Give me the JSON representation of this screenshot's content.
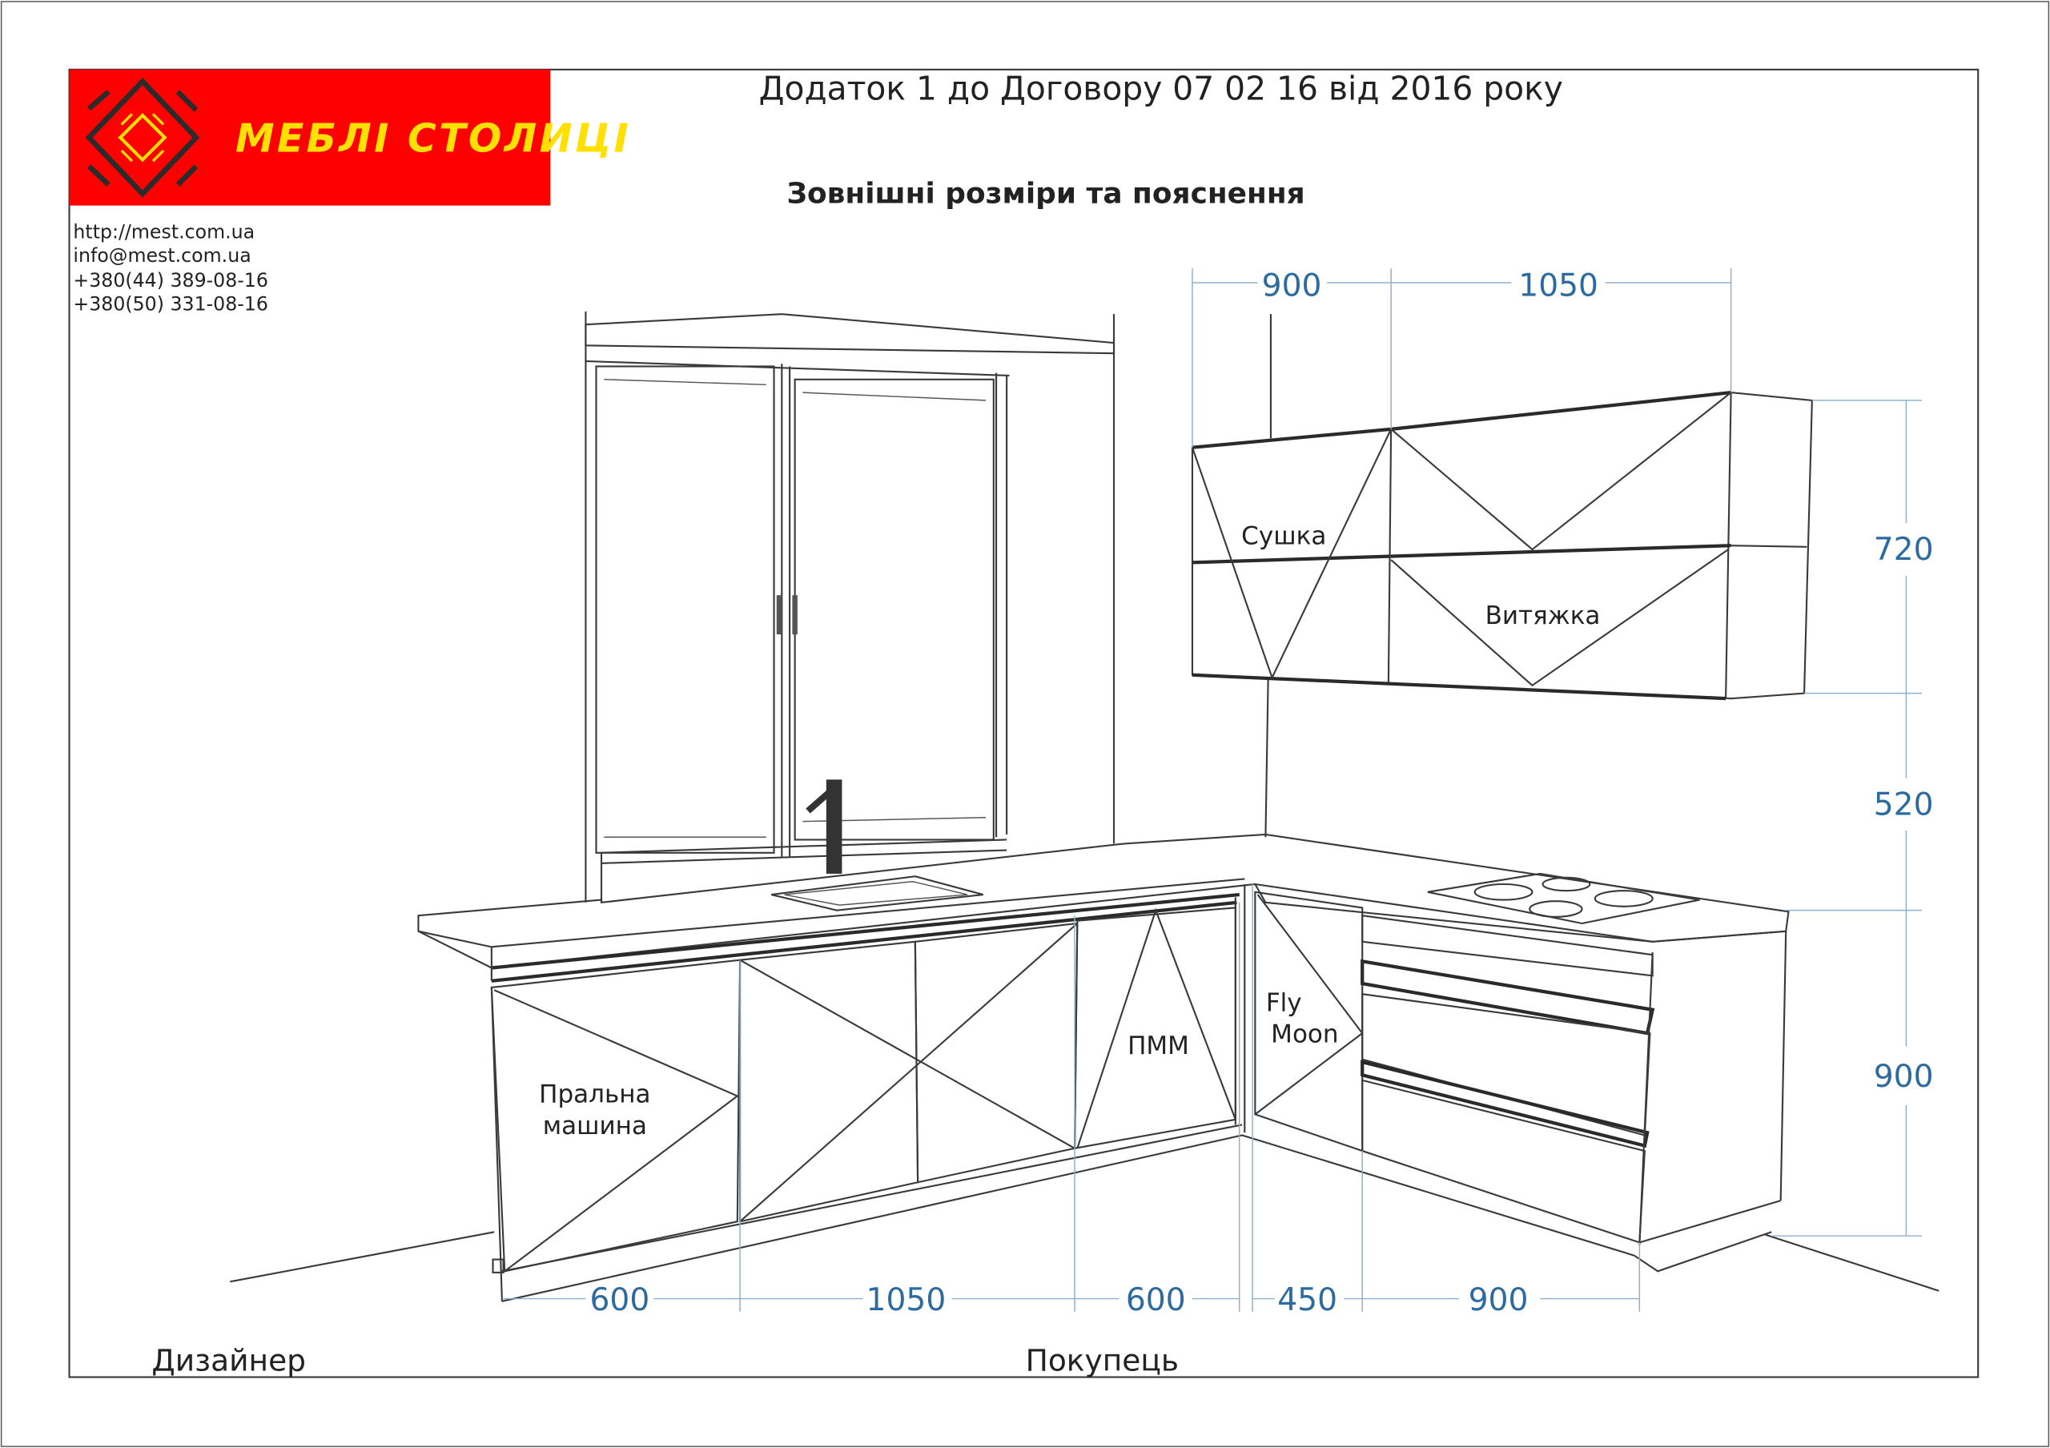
{
  "header": {
    "title": "Додаток 1 до Договору 07 02 16 від 2016 року",
    "subtitle": "Зовнішні розміри та пояснення"
  },
  "logo": {
    "brand_name": "МЕБЛІ СТОЛИЦІ",
    "background_color": "#ff0000",
    "text_color": "#ffe000"
  },
  "contacts": [
    "http://mest.com.ua",
    "info@mest.com.ua",
    "+380(44)   389-08-16",
    "+380(50)   331-08-16"
  ],
  "labels": {
    "dryer": "Сушка",
    "hood": "Витяжка",
    "washing_machine_line1": "Пральна",
    "washing_machine_line2": "машина",
    "dishwasher": "ПММ",
    "fly_moon_line1": "Fly",
    "fly_moon_line2": "Moon"
  },
  "dimensions": {
    "top": [
      "900",
      "1050"
    ],
    "right": [
      "720",
      "520",
      "900"
    ],
    "bottom": [
      "600",
      "1050",
      "600",
      "450",
      "900"
    ],
    "color": "#2c6aa0"
  },
  "signatures": {
    "designer": "Дизайнер",
    "buyer": "Покупець"
  }
}
